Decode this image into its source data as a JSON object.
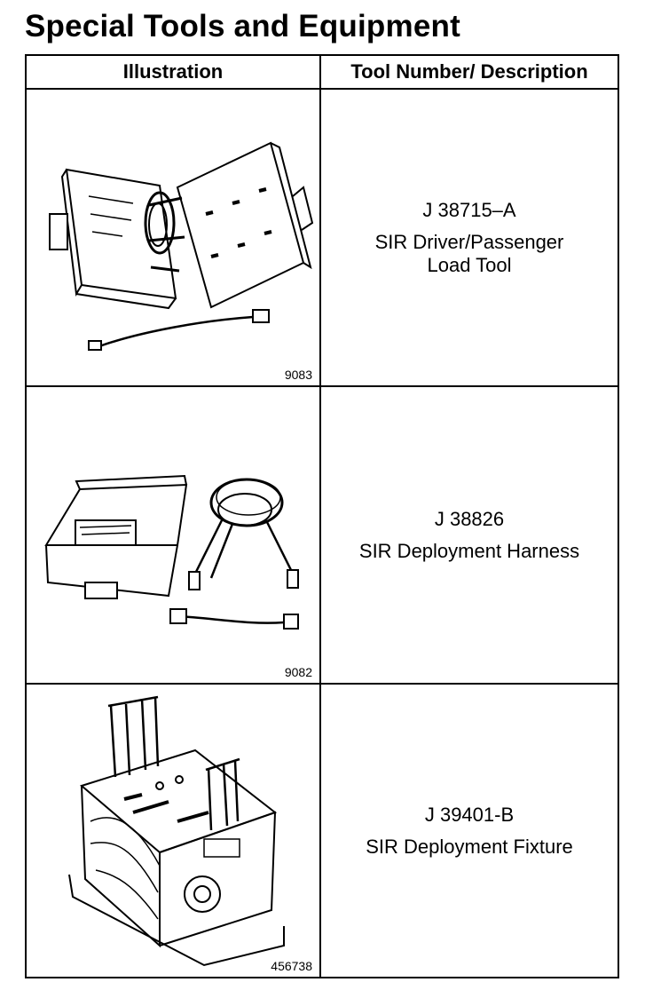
{
  "page": {
    "title": "Special Tools and Equipment"
  },
  "table": {
    "headers": [
      "Illustration",
      "Tool Number/ Description"
    ],
    "rows": [
      {
        "tool_number": "J 38715–A",
        "description_lines": [
          "SIR Driver/Passenger",
          "Load Tool"
        ],
        "figure_number": "9083",
        "illustration": "load-tool-case-illustration"
      },
      {
        "tool_number": "J 38826",
        "description_lines": [
          "SIR Deployment Harness"
        ],
        "figure_number": "9082",
        "illustration": "deployment-harness-illustration"
      },
      {
        "tool_number": "J 39401-B",
        "description_lines": [
          "SIR Deployment Fixture"
        ],
        "figure_number": "456738",
        "illustration": "deployment-fixture-illustration"
      }
    ]
  }
}
